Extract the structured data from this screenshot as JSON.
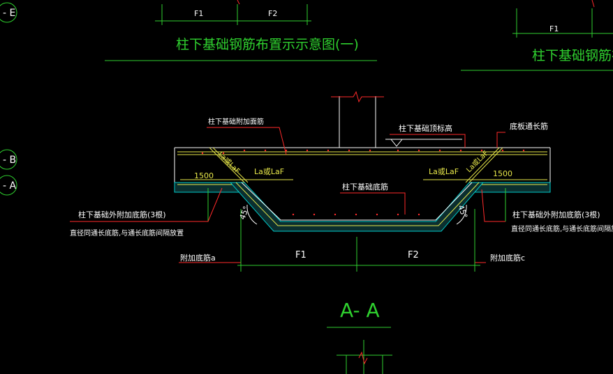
{
  "axes": {
    "e_label": "- E",
    "b_label": "- B",
    "a_label": "- A"
  },
  "top_dims": {
    "f1": "F1",
    "f2": "F2",
    "right_f1": "F1"
  },
  "titles": {
    "left": "柱下基础钢筋布置示示意图(一)",
    "right": "柱下基础钢筋布置"
  },
  "labels": {
    "top_add_rebar": "柱下基础附加面筋",
    "top_elevation": "柱下基础顶标高",
    "bottom_through_rebar": "底板通长筋",
    "bottom_rebar": "柱下基础底筋",
    "left_1500": "1500",
    "right_1500": "1500",
    "left_la": "La或LaF",
    "right_la": "La或LaF",
    "left_slant_la": "La或LaF",
    "right_slant_la": "La或LaF",
    "left_angle": "45°",
    "right_angle": "45°",
    "left_note_1": "柱下基础外附加底筋(3根)",
    "left_note_2": "直径同通长底筋,与通长底筋间隔放置",
    "right_note_1": "柱下基础外附加底筋(3根)",
    "right_note_2": "直径同通长底筋,与通长底筋间隔放置",
    "left_add_a": "附加底筋a",
    "right_add_c": "附加底筋c",
    "dim_f1": "F1",
    "dim_f2": "F2",
    "section": "A- A"
  },
  "colors": {
    "background": "#000000",
    "green": "#2fd12f",
    "white": "#ffffff",
    "red": "#ff2a2a",
    "yellow": "#e8e84a",
    "cyan": "#00c8c8"
  }
}
